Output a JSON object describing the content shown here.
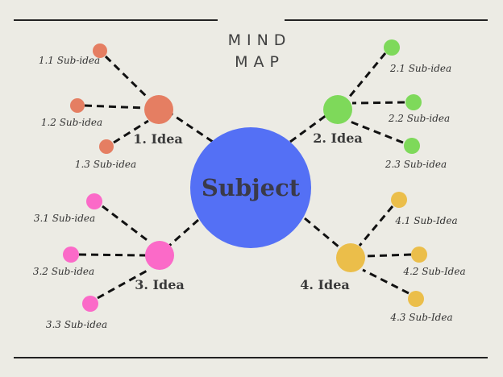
{
  "title": {
    "line1": "MIND",
    "line2": "MAP"
  },
  "subject": {
    "label": "Subject",
    "color": "#5470f5"
  },
  "ideas": [
    {
      "label": "1. Idea",
      "color": "#e57e62",
      "subs": [
        "1.1 Sub-idea",
        "1.2 Sub-idea",
        "1.3 Sub-idea"
      ]
    },
    {
      "label": "2. Idea",
      "color": "#7ed95a",
      "subs": [
        "2.1 Sub-idea",
        "2.2 Sub-idea",
        "2.3 Sub-idea"
      ]
    },
    {
      "label": "3. Idea",
      "color": "#fb6ac8",
      "subs": [
        "3.1 Sub-idea",
        "3.2 Sub-idea",
        "3.3 Sub-idea"
      ]
    },
    {
      "label": "4. Idea",
      "color": "#ebbe4a",
      "subs": [
        "4.1  Sub-Idea",
        "4.2 Sub-Idea",
        "4.3 Sub-Idea"
      ]
    }
  ]
}
